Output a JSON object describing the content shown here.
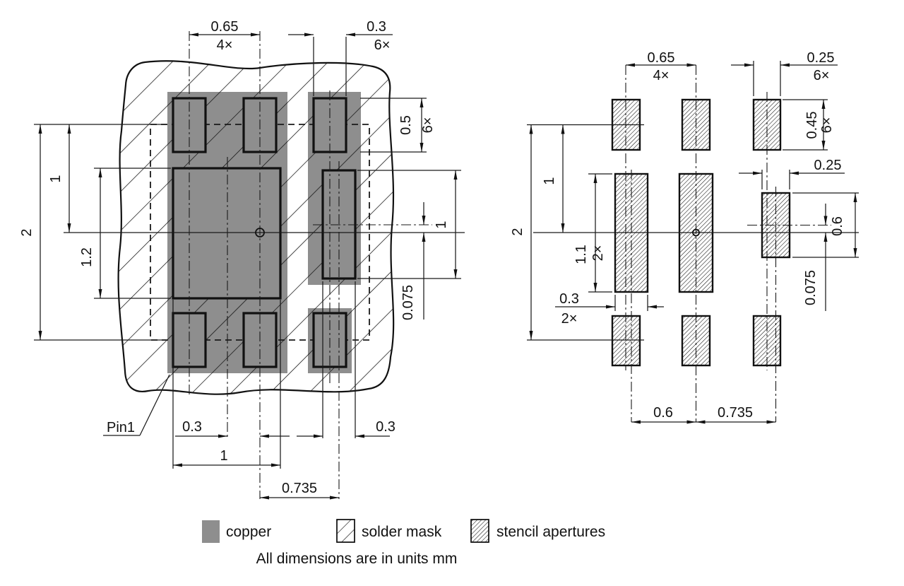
{
  "colors": {
    "copper": "#8e8e8e",
    "line": "#1a1a1a"
  },
  "note": "All dimensions are in units mm",
  "legend": {
    "copper": "copper",
    "solder_mask": "solder mask",
    "stencil": "stencil apertures"
  },
  "left_view": {
    "pin1": "Pin1",
    "dims": {
      "pitch": {
        "v": "0.65",
        "n": "4×"
      },
      "pad_w": {
        "v": "0.3",
        "n": "6×"
      },
      "pad_h": {
        "v": "0.5",
        "n": "6×"
      },
      "span": "2",
      "row_to_center": "1",
      "thermal_h": "1.2",
      "side_h": "1",
      "center_offset": "0.075",
      "thermal_c_to_col2": "0.3",
      "thermal_w": "1",
      "col2_to_side": "0.735",
      "side_w": "0.3"
    }
  },
  "right_view": {
    "dims": {
      "pitch": {
        "v": "0.65",
        "n": "4×"
      },
      "ap_w": {
        "v": "0.25",
        "n": "6×"
      },
      "ap_h": {
        "v": "0.45",
        "n": "6×"
      },
      "side_w": "0.25",
      "side_h": "0.6",
      "center_offset": "0.075",
      "span": "2",
      "row_to_center": "1",
      "thermal_h": {
        "v": "1.1",
        "n": "2×"
      },
      "thermal_w": {
        "v": "0.3",
        "n": "2×"
      },
      "spacing": "0.6",
      "col2_to_side": "0.735"
    }
  }
}
